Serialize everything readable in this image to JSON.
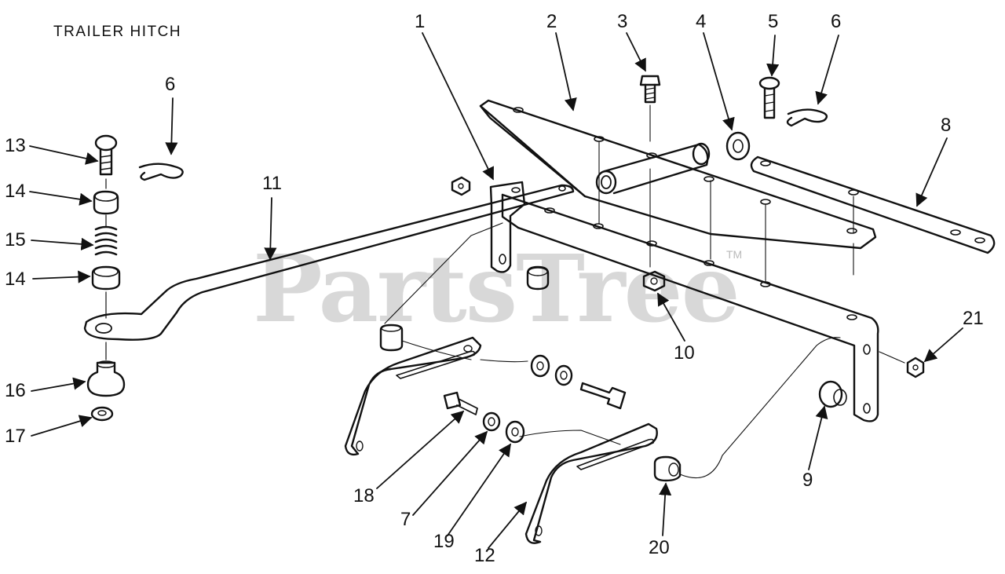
{
  "title": "TRAILER HITCH",
  "watermark": "PartsTree",
  "trademark": "TM",
  "callouts": [
    "1",
    "2",
    "3",
    "4",
    "5",
    "6",
    "6",
    "8",
    "11",
    "13",
    "14",
    "15",
    "14",
    "16",
    "17",
    "10",
    "21",
    "9",
    "18",
    "7",
    "19",
    "12",
    "20"
  ],
  "colors": {
    "ink": "#111111",
    "watermark": "#b9b9b9",
    "background": "#ffffff"
  }
}
